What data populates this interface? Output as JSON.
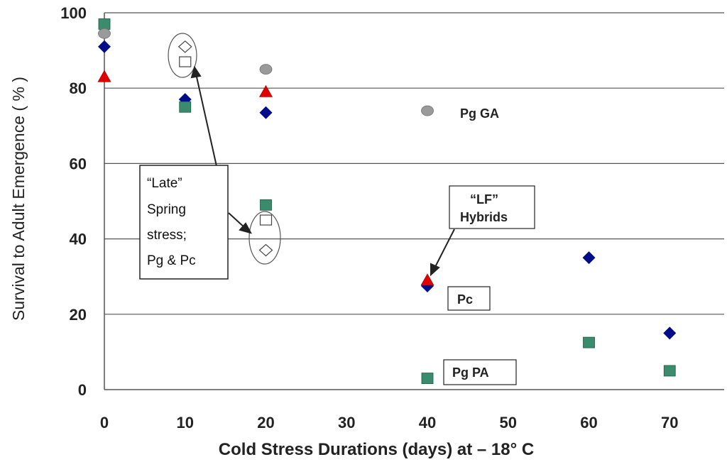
{
  "chart_data": {
    "type": "scatter",
    "xlabel": "Cold Stress Durations (days) at – 18° C",
    "ylabel": "Survival to Adult Emergence ( % )",
    "xlim": [
      0,
      75
    ],
    "ylim": [
      0,
      100
    ],
    "x_ticks": [
      0,
      10,
      20,
      30,
      40,
      50,
      60,
      70
    ],
    "y_ticks": [
      0,
      20,
      40,
      60,
      80,
      100
    ],
    "grid": "horizontal",
    "series": [
      {
        "marker": "diamond",
        "color": "#000c8a",
        "points": [
          {
            "x": 0,
            "y": 91
          },
          {
            "x": 10,
            "y": 77
          },
          {
            "x": 20,
            "y": 73.5
          },
          {
            "x": 40,
            "y": 27.5
          },
          {
            "x": 60,
            "y": 35
          },
          {
            "x": 70,
            "y": 15
          }
        ]
      },
      {
        "marker": "square",
        "color": "#3a8c6c",
        "points": [
          {
            "x": 0,
            "y": 97
          },
          {
            "x": 10,
            "y": 75
          },
          {
            "x": 20,
            "y": 49
          },
          {
            "x": 40,
            "y": 3
          },
          {
            "x": 60,
            "y": 12.5
          },
          {
            "x": 70,
            "y": 5
          }
        ]
      },
      {
        "marker": "circle",
        "color": "#9a9a9a",
        "points": [
          {
            "x": 0,
            "y": 94.5
          },
          {
            "x": 20,
            "y": 85
          },
          {
            "x": 40,
            "y": 74
          }
        ]
      },
      {
        "marker": "triangle",
        "color": "#e00000",
        "points": [
          {
            "x": 0,
            "y": 83
          },
          {
            "x": 20,
            "y": 79
          },
          {
            "x": 40,
            "y": 29
          }
        ]
      },
      {
        "marker": "open-square",
        "color": "#444444",
        "points": [
          {
            "x": 10,
            "y": 87
          },
          {
            "x": 20,
            "y": 45
          }
        ]
      },
      {
        "marker": "open-diamond",
        "color": "#444444",
        "points": [
          {
            "x": 10,
            "y": 91
          },
          {
            "x": 20,
            "y": 37
          }
        ]
      }
    ],
    "annotations": {
      "pg_ga": "Pg GA",
      "lf_line1": "“LF”",
      "lf_line2": "Hybrids",
      "pc": "Pc",
      "pg_pa": "Pg PA",
      "late_line1": "“Late”",
      "late_line2": "Spring",
      "late_line3": "stress;",
      "late_line4": "Pg & Pc"
    }
  }
}
